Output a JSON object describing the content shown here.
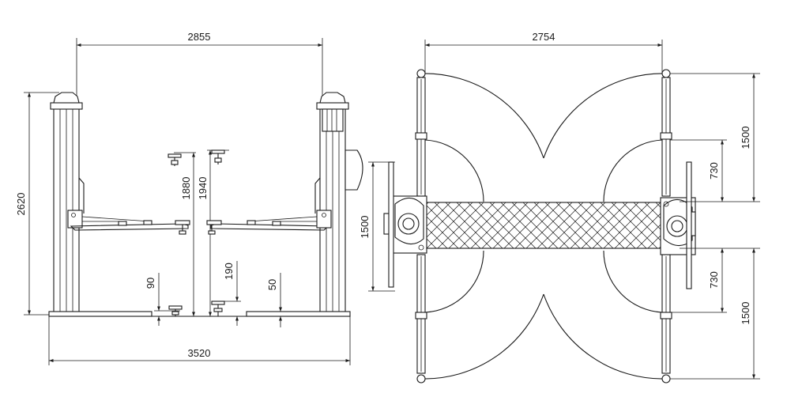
{
  "front_view": {
    "dims": {
      "width_between_columns": "2855",
      "overall_height": "2620",
      "overall_width": "3520",
      "max_lift_height_a": "1880",
      "max_lift_height_b": "1940",
      "min_pad_height": "90",
      "pad_height_extended": "190",
      "base_plate_height": "50"
    }
  },
  "top_view": {
    "dims": {
      "column_spacing": "2754",
      "arm_reach_upper_outer": "1500",
      "arm_reach_upper_inner": "730",
      "arm_reach_lower_inner": "730",
      "arm_reach_lower_outer": "1500",
      "left_side_dim": "1500"
    }
  }
}
